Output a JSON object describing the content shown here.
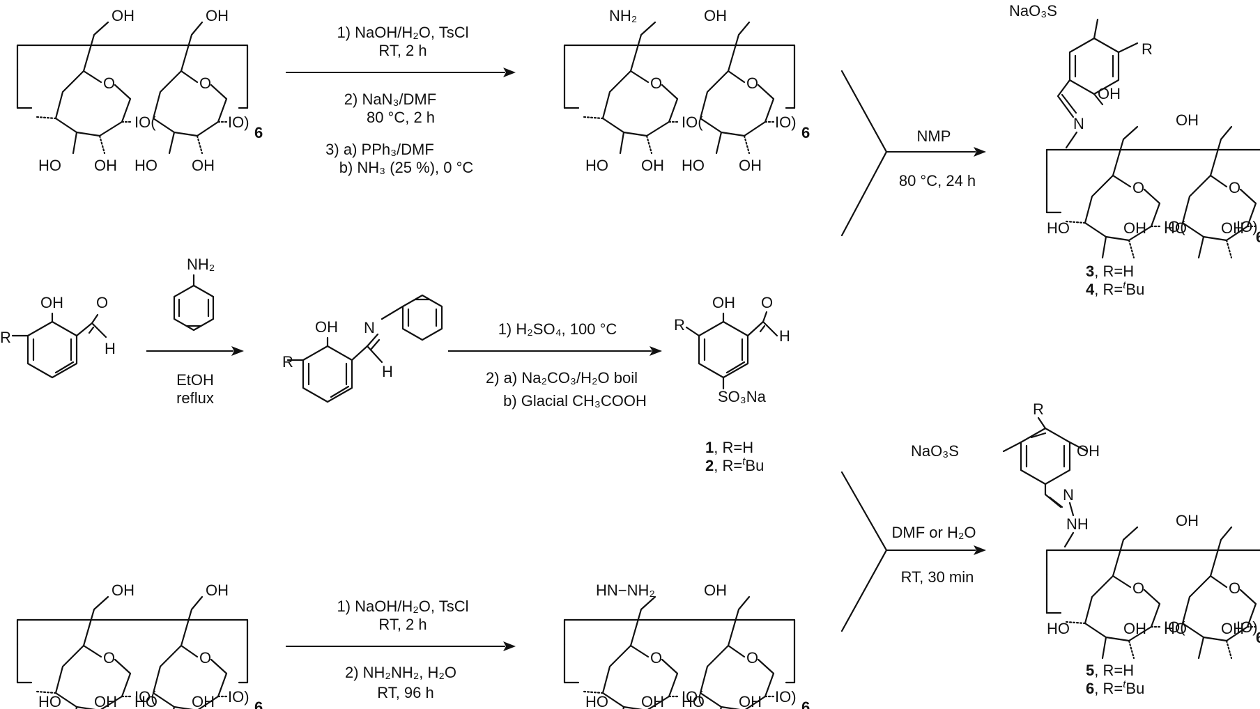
{
  "reactions": {
    "r1": {
      "conditions": [
        "1) NaOH/H₂O, TsCl",
        "RT, 2 h",
        "2) NaN₃/DMF",
        "80 °C, 2 h",
        "3) a) PPh₃/DMF",
        "b) NH₃ (25 %), 0 °C"
      ]
    },
    "r2": {
      "reagent": "NH₂",
      "conditions": [
        "EtOH",
        "reflux"
      ]
    },
    "r3": {
      "conditions": [
        "1) H₂SO₄, 100 °C",
        "2) a) Na₂CO₃/H₂O boil",
        "b) Glacial CH₃COOH"
      ]
    },
    "r4": {
      "conditions": [
        "NMP",
        "80 °C, 24 h"
      ]
    },
    "r5": {
      "conditions": [
        "1) NaOH/H₂O, TsCl",
        "RT, 2 h",
        "2) NH₂NH₂, H₂O",
        "RT, 96 h"
      ]
    },
    "r6": {
      "conditions": [
        "DMF or H₂O",
        "RT, 30 min"
      ]
    }
  },
  "cd_labels": {
    "oh": "OH",
    "ho": "HO",
    "o": "O",
    "io_open": "IO(",
    "io_close": "IO)",
    "six": "6",
    "nh2": "NH₂",
    "hydrazine": "HN−NH₂"
  },
  "small_labels": {
    "r": "R",
    "oh": "OH",
    "h": "H",
    "n": "N",
    "nh": "NH",
    "so3na": "SO₃Na",
    "naso3s": "NaO₃S"
  },
  "compounds": {
    "c1": {
      "num": "1",
      "rest": ", R=H"
    },
    "c2": {
      "num": "2",
      "rest": ", R=",
      "sup": "t",
      "tail": "Bu"
    },
    "c3": {
      "num": "3",
      "rest": ", R=H"
    },
    "c4": {
      "num": "4",
      "rest": ", R=",
      "sup": "t",
      "tail": "Bu"
    },
    "c5": {
      "num": "5",
      "rest": ", R=H"
    },
    "c6": {
      "num": "6",
      "rest": ", R=",
      "sup": "t",
      "tail": "Bu"
    }
  }
}
